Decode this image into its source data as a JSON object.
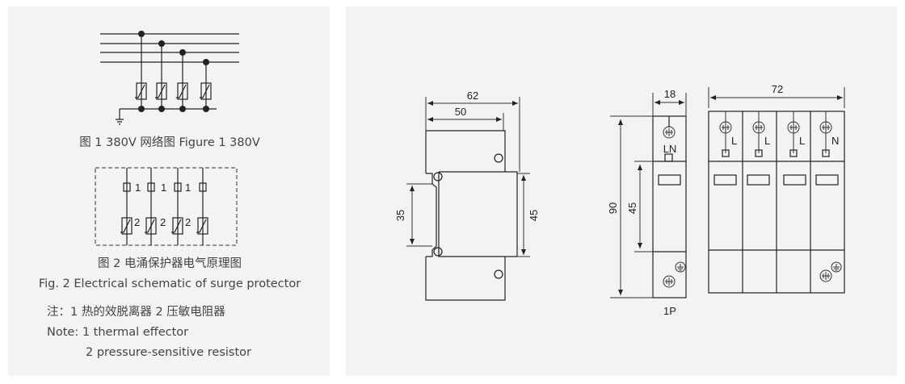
{
  "figure1": {
    "caption": "图 1 380V 网络图 Figure 1 380V"
  },
  "figure2": {
    "caption_cn": "图 2 电涌保护器电气原理图",
    "caption_en": "Fig. 2 Electrical schematic of surge protector",
    "label_1": "1",
    "label_2": "2"
  },
  "notes": {
    "cn": "注：1 热的效脱离器  2 压敏电阻器",
    "en_1": "Note: 1 thermal effector",
    "en_2": "2 pressure-sensitive resistor"
  },
  "side_view": {
    "dim_width_total": "62",
    "dim_width_body": "50",
    "dim_rail": "35",
    "dim_height": "45"
  },
  "one_pole": {
    "dim_width": "18",
    "dim_height": "90",
    "dim_middle": "45",
    "terminal_label": "LN",
    "model": "1P"
  },
  "four_pole": {
    "dim_width": "72",
    "terminal_labels": [
      "L",
      "L",
      "L",
      "N"
    ]
  }
}
